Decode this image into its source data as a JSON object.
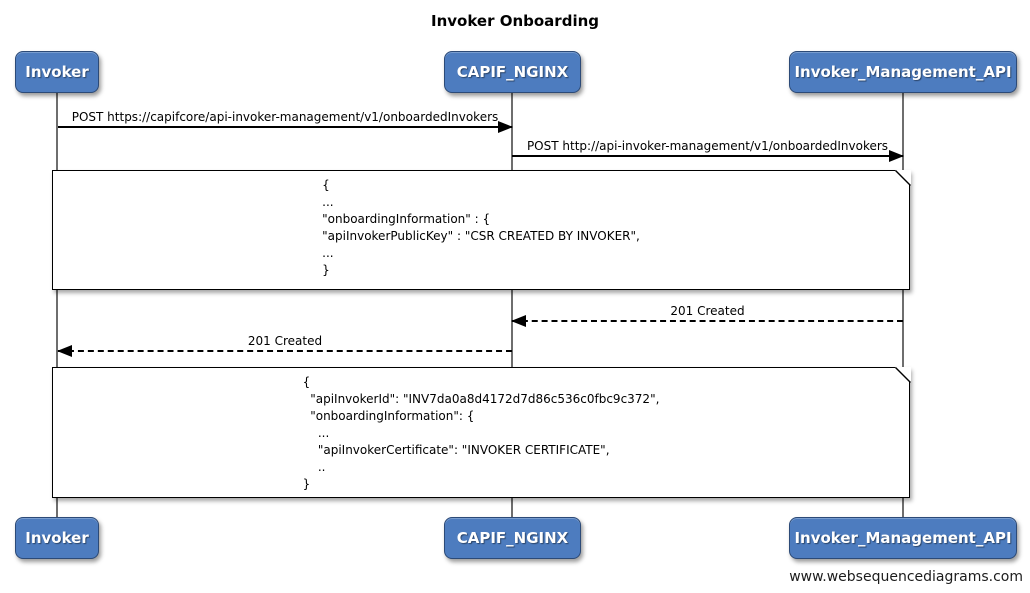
{
  "title": "Invoker Onboarding",
  "watermark": "www.websequencediagrams.com",
  "actors": [
    {
      "name": "Invoker"
    },
    {
      "name": "CAPIF_NGINX"
    },
    {
      "name": "Invoker_Management_API"
    }
  ],
  "messages": [
    {
      "label": "POST https://capifcore/api-invoker-management/v1/onboardedInvokers",
      "from": "Invoker",
      "to": "CAPIF_NGINX",
      "line": "solid"
    },
    {
      "label": "POST http://api-invoker-management/v1/onboardedInvokers",
      "from": "CAPIF_NGINX",
      "to": "Invoker_Management_API",
      "line": "solid"
    },
    {
      "label": "201 Created",
      "from": "Invoker_Management_API",
      "to": "CAPIF_NGINX",
      "line": "dashed"
    },
    {
      "label": "201 Created",
      "from": "CAPIF_NGINX",
      "to": "Invoker",
      "line": "dashed"
    }
  ],
  "notes": [
    {
      "id": "onboarding-request-body",
      "text": "{\n...\n\"onboardingInformation\" : {\n\"apiInvokerPublicKey\" : \"CSR CREATED BY INVOKER\",\n...\n}"
    },
    {
      "id": "onboarding-response-body",
      "text": "{\n  \"apiInvokerId\": \"INV7da0a8d4172d7d86c536c0fbc9c372\",\n  \"onboardingInformation\": {\n    ...\n    \"apiInvokerCertificate\": \"INVOKER CERTIFICATE\",\n    ..\n}"
    }
  ],
  "colors": {
    "actor_fill": "#4d7cbf",
    "actor_border": "#2c4a77",
    "actor_text": "#ffffff",
    "lifeline": "#6e6e6e",
    "line": "#000000",
    "note_fill": "#ffffff"
  }
}
